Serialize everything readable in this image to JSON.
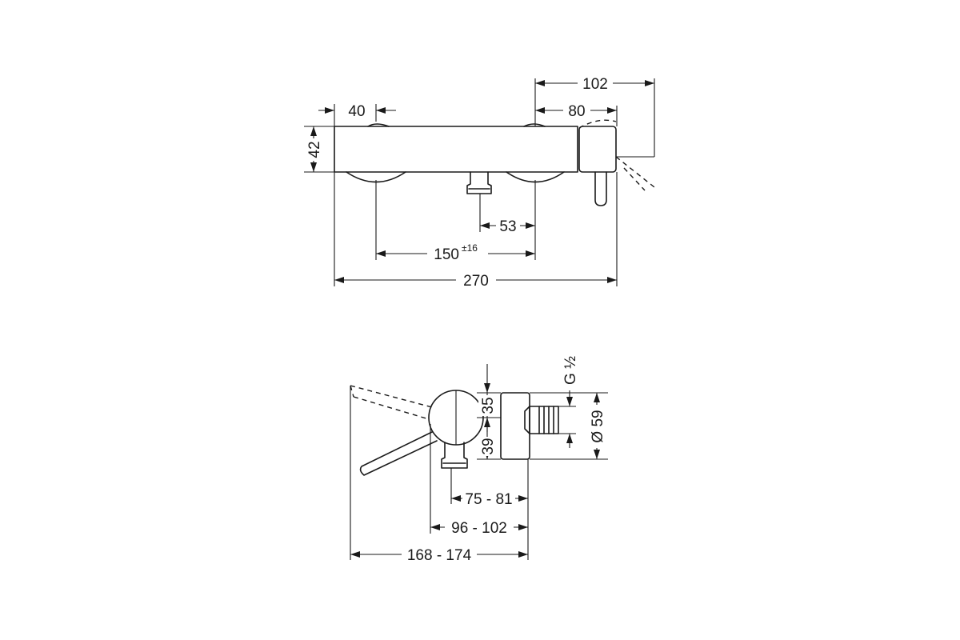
{
  "front_view": {
    "dim_overall_width": "270",
    "dim_body_height": "42",
    "dim_cap_offset": "40",
    "dim_handle_reach": "102",
    "dim_handle_offset": "80",
    "dim_outlet_offset": "53",
    "dim_inlet_spacing": "150",
    "dim_inlet_tolerance": "±16"
  },
  "side_view": {
    "dim_outlet_height": "35",
    "dim_inlet_height": "39",
    "dim_thread": "G ½",
    "dim_diameter": "Ø 59",
    "dim_depth_outlet": "75 - 81",
    "dim_depth_handle": "96 - 102",
    "dim_depth_overall": "168 - 174"
  }
}
